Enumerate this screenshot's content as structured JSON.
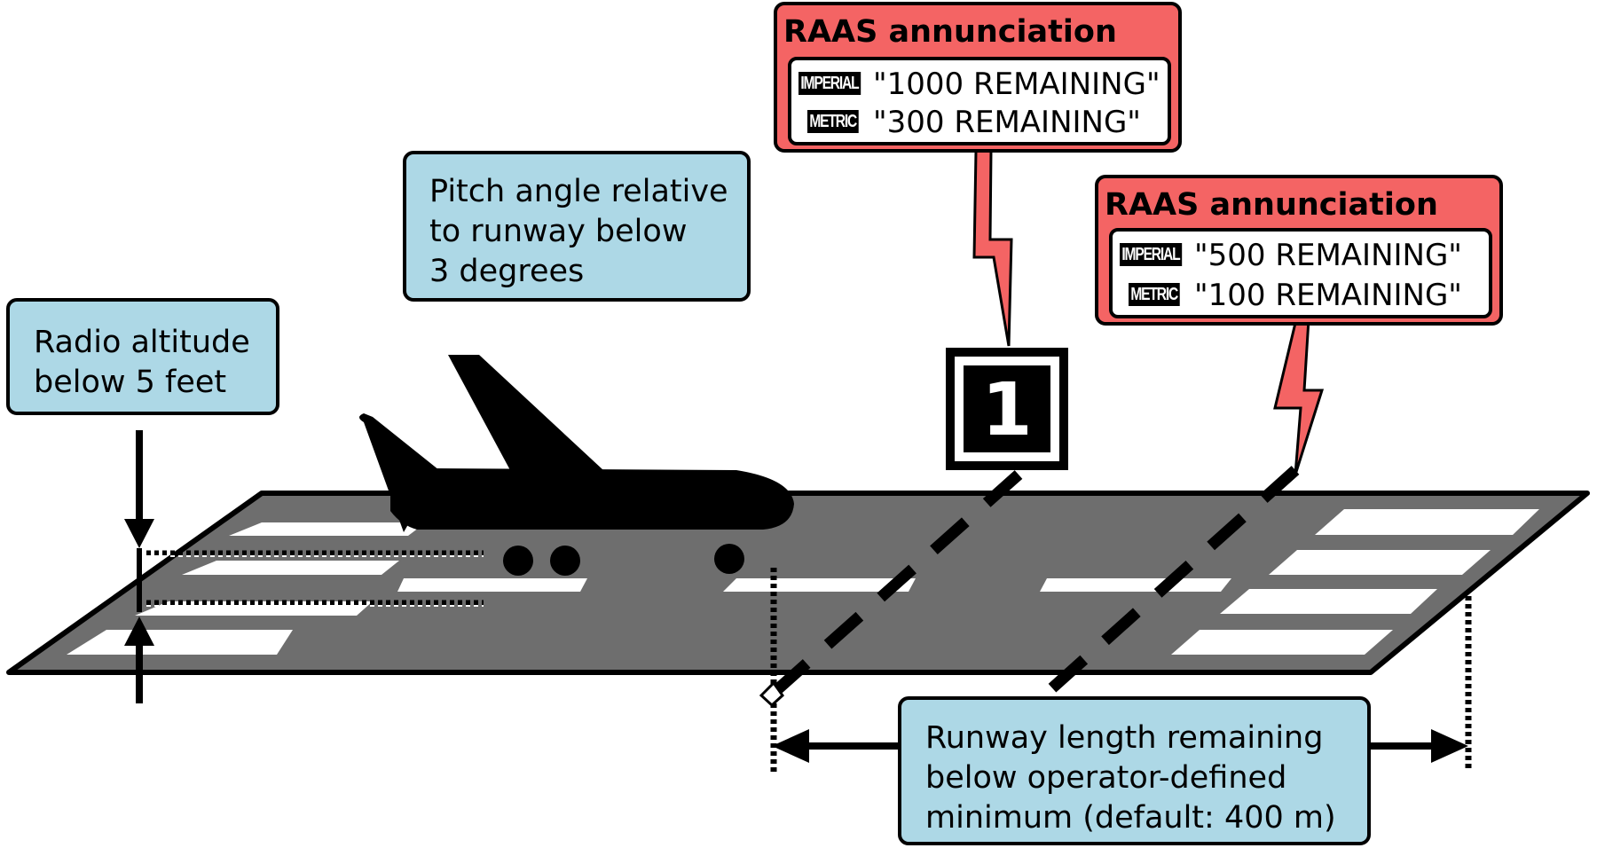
{
  "radio_altitude_box": {
    "lines": [
      "Radio altitude",
      "below 5 feet"
    ]
  },
  "pitch_box": {
    "lines": [
      "Pitch angle relative",
      "to runway below",
      "3 degrees"
    ]
  },
  "runway_remaining_box": {
    "lines": [
      "Runway length remaining",
      "below operator-defined",
      "minimum (default: 400 m)"
    ]
  },
  "raas_1": {
    "title": "RAAS annunciation",
    "imperial_tag": "IMPERIAL",
    "imperial_text": "\"1000 REMAINING\"",
    "metric_tag": "METRIC",
    "metric_text": "\"300 REMAINING\""
  },
  "raas_2": {
    "title": "RAAS annunciation",
    "imperial_tag": "IMPERIAL",
    "imperial_text": "\"500 REMAINING\"",
    "metric_tag": "METRIC",
    "metric_text": "\"100 REMAINING\""
  },
  "runway_sign": {
    "text": "1"
  },
  "colors": {
    "runway": "#6e6e6e",
    "runway_border": "#000000",
    "markings": "#ffffff",
    "info_box": "#add8e6",
    "raas_box": "#f46464",
    "lightning": "#f46464",
    "aircraft": "#000000"
  },
  "icons": {
    "aircraft": "airplane-silhouette-icon",
    "lightning": "lightning-bolt-icon"
  }
}
